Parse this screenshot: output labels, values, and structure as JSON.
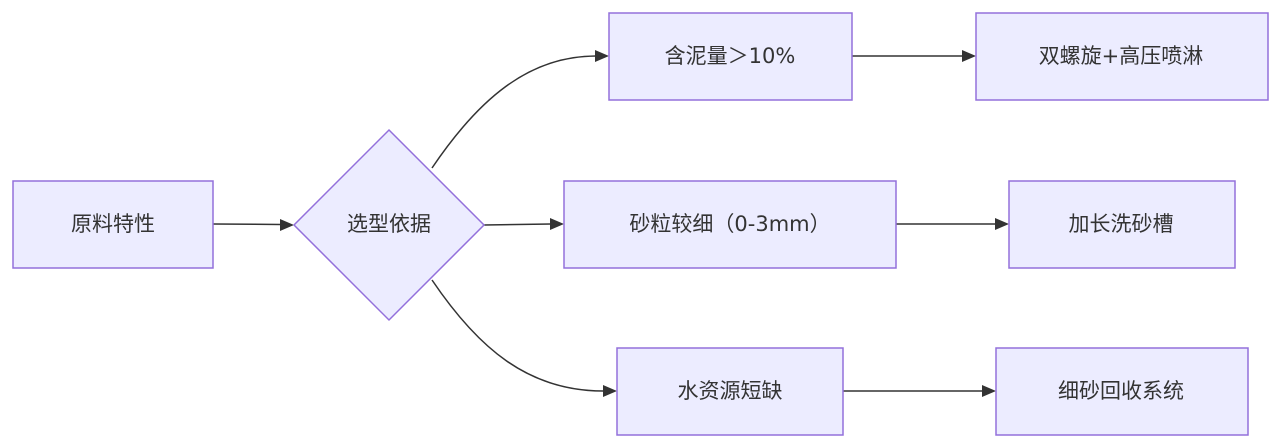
{
  "flowchart": {
    "colors": {
      "node_fill": "#ECECFF",
      "node_stroke": "#9370DB",
      "edge": "#333333",
      "text": "#333333"
    },
    "nodes": {
      "source": "原料特性",
      "decision": "选型依据",
      "clay_condition": "含泥量＞10%",
      "fine_sand_condition": "砂粒较细（0-3mm）",
      "water_condition": "水资源短缺",
      "clay_solution": "双螺旋+高压喷淋",
      "fine_sand_solution": "加长洗砂槽",
      "water_solution": "细砂回收系统"
    }
  }
}
